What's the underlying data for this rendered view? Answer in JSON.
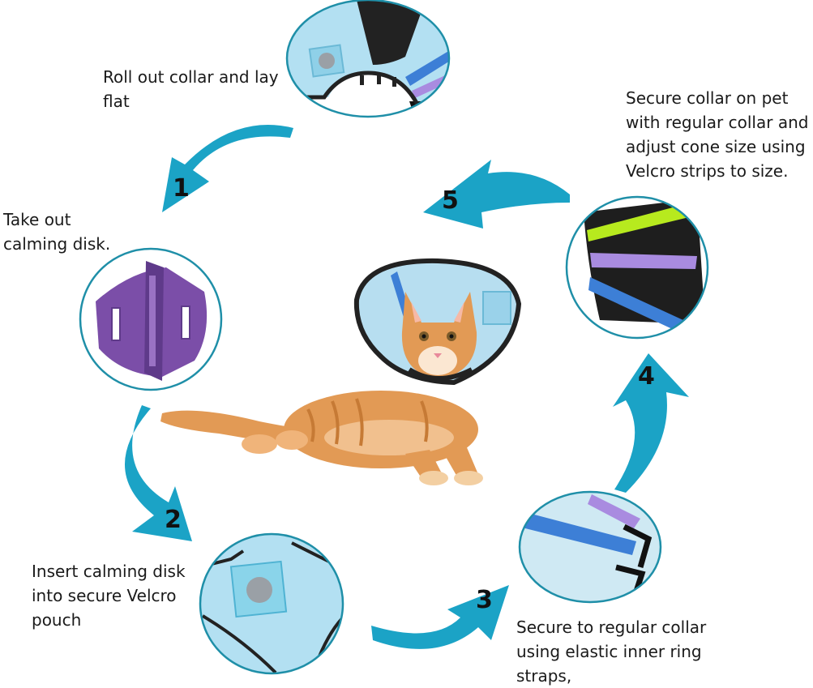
{
  "steps": [
    {
      "number": "1",
      "text": "Roll out collar and lay\nflat"
    },
    {
      "number": "2",
      "text": "Take out\ncalming disk."
    },
    {
      "number": "3",
      "text": "Insert calming disk\ninto secure Velcro\npouch"
    },
    {
      "number": "4",
      "text": "Secure to regular collar\nusing elastic inner ring\nstraps,"
    },
    {
      "number": "5",
      "text": "Secure collar on pet\nwith regular collar and\nadjust cone size using\nVelcro strips to size."
    }
  ],
  "colors": {
    "arrow": "#1ba3c6",
    "circle_border": "#1f8fa8",
    "collar_fabric": "#a9dbef",
    "collar_trim": "#222222",
    "disk": "#7b4ea8",
    "strap_green": "#b7ea1e",
    "strap_purple": "#a98be0",
    "strap_blue": "#3d7fd6",
    "cat_fur": "#e29a55"
  },
  "icons": [
    "collar-flat-photo",
    "calming-disk-photo",
    "velcro-pouch-photo",
    "inner-ring-straps-photo",
    "velcro-strips-photo",
    "cat-wearing-cone-photo"
  ]
}
